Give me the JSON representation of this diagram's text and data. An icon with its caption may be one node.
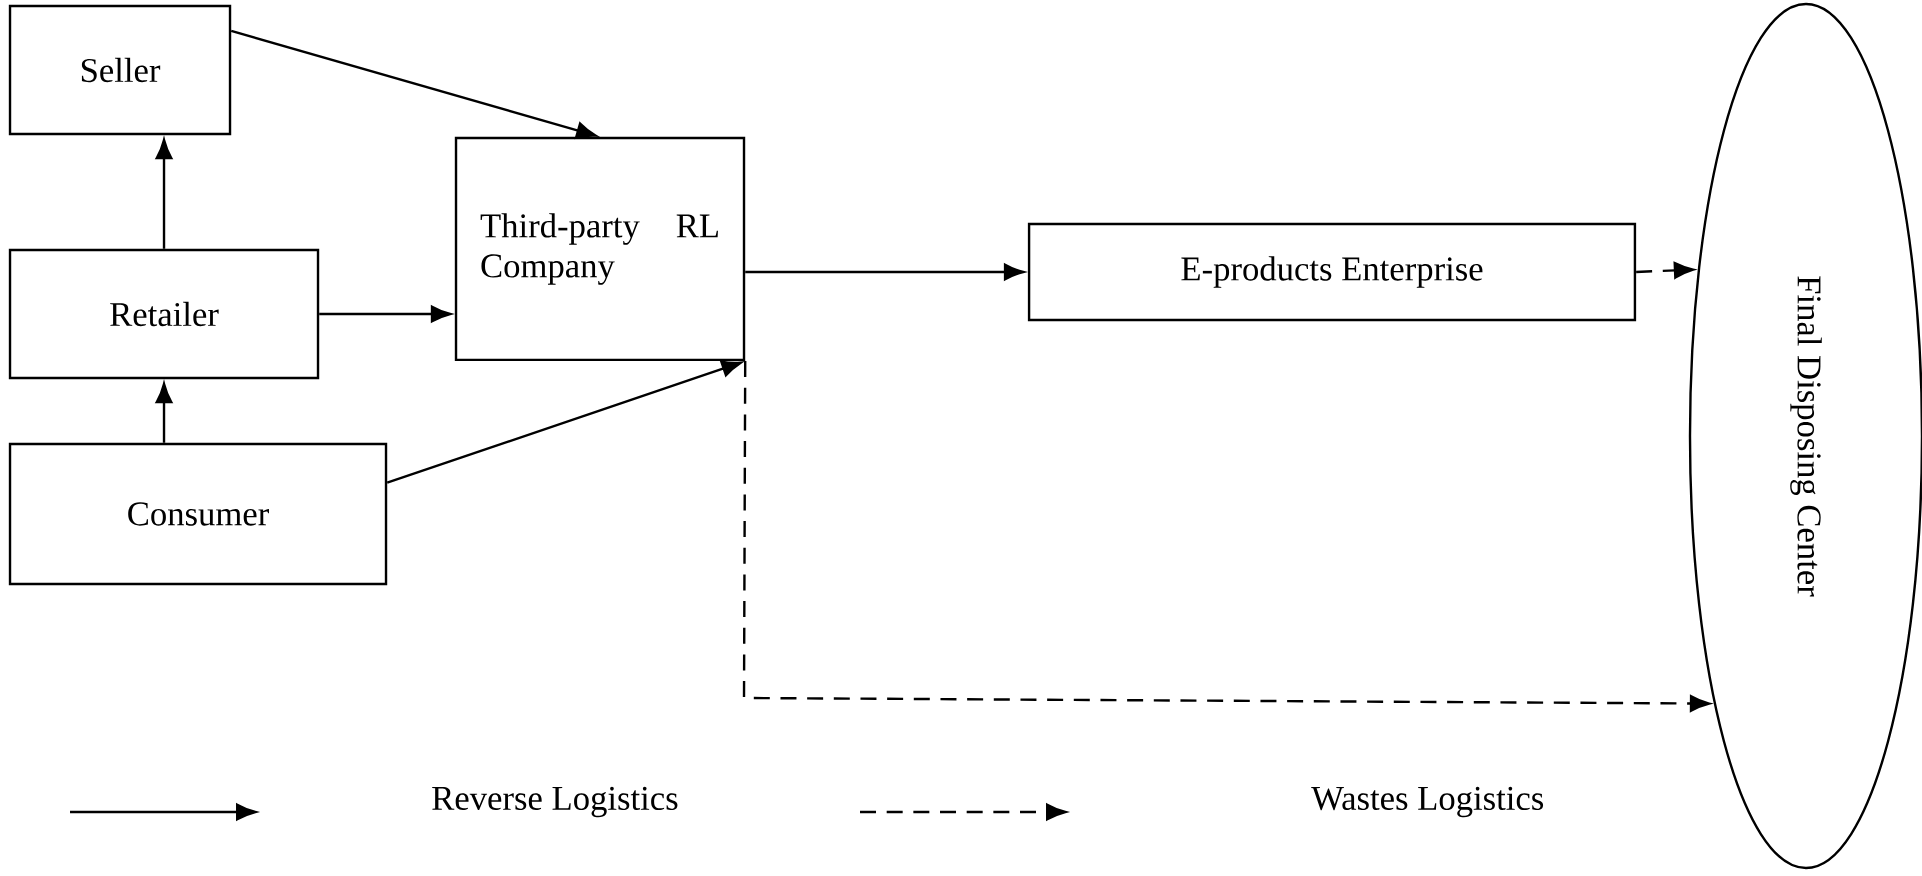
{
  "diagram": {
    "nodes": [
      {
        "text": [
          "Seller"
        ]
      },
      {
        "text": [
          "Retailer"
        ]
      },
      {
        "text": [
          "Consumer"
        ]
      },
      {
        "text": [
          "Third-party RL Company"
        ]
      },
      {
        "text": [
          "E-products Enterprise"
        ]
      },
      {
        "text": [
          "Final Disposing Center"
        ]
      }
    ],
    "edges": [
      {
        "from": 0,
        "to": 3,
        "arrow": "to"
      },
      {
        "from": 1,
        "to": 3,
        "arrow": "to"
      },
      {
        "from": 2,
        "to": 3,
        "arrow": "to"
      },
      {
        "from": 1,
        "to": 0,
        "arrow": "to"
      },
      {
        "from": 2,
        "to": 1,
        "arrow": "to"
      },
      {
        "from": 3,
        "to": 4,
        "arrow": "to"
      },
      {
        "from": 4,
        "to": 5,
        "arrow": "to",
        "style": "dashed"
      },
      {
        "from": 3,
        "to": 5,
        "arrow": "to",
        "style": "dashed"
      }
    ],
    "legend": [
      {
        "text": "Reverse Logistics"
      },
      {
        "text": "Wastes Logistics"
      }
    ]
  }
}
